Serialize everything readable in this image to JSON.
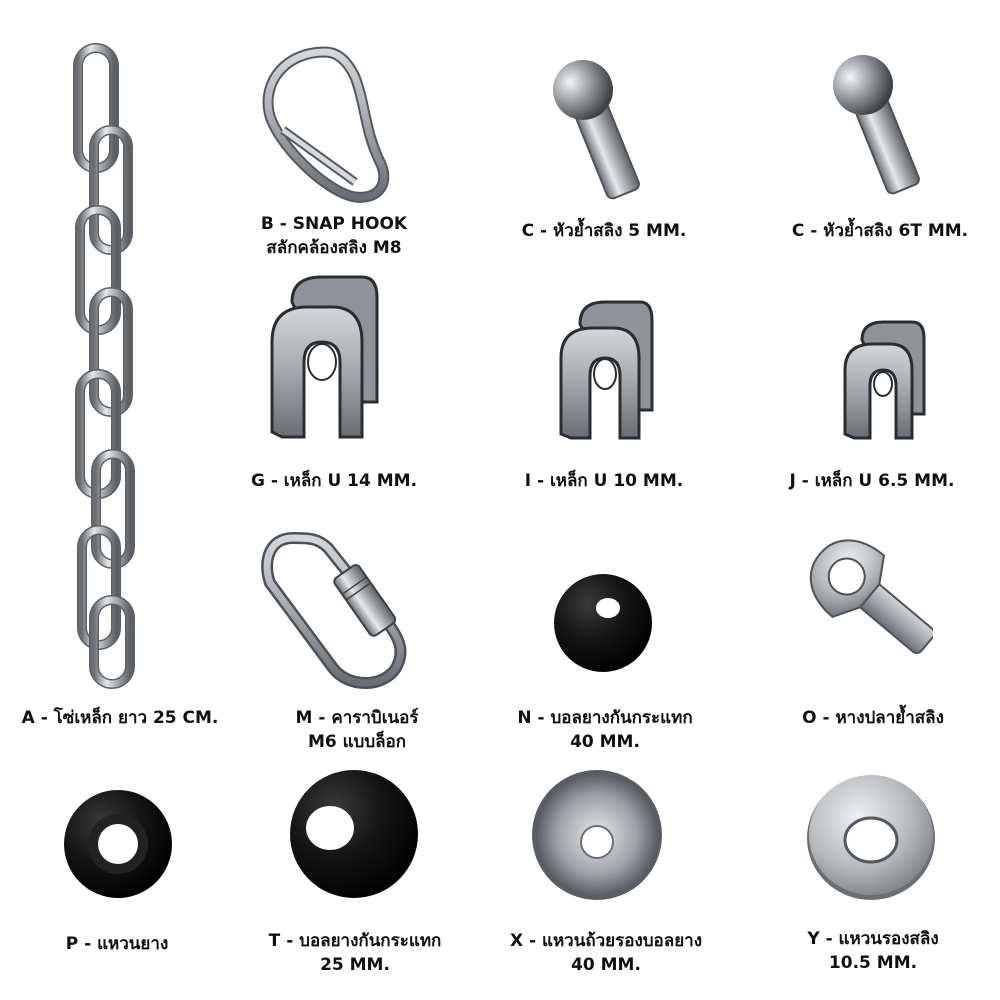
{
  "items": {
    "a": {
      "label": "A - โซ่เหล็ก ยาว 25 CM."
    },
    "b": {
      "line1": "B - SNAP HOOK",
      "line2": "สลักคล้องสลิง M8"
    },
    "c1": {
      "label": "C - หัวย้ำสลิง 5 MM."
    },
    "c2": {
      "label": "C - หัวย้ำสลิง 6T MM."
    },
    "g": {
      "label": "G - เหล็ก U 14 MM."
    },
    "i": {
      "label": "I - เหล็ก U 10 MM."
    },
    "j": {
      "label": "J - เหล็ก U 6.5 MM."
    },
    "m": {
      "line1": "M - คาราบิเนอร์",
      "line2": "M6 แบบล็อก"
    },
    "n": {
      "line1": "N - บอลยางกันกระแทก",
      "line2": "40 MM."
    },
    "o": {
      "label": "O - หางปลาย้ำสลิง"
    },
    "p": {
      "label": "P - แหวนยาง"
    },
    "t": {
      "line1": "T - บอลยางกันกระแทก",
      "line2": "25 MM."
    },
    "x": {
      "line1": "X - แหวนถ้วยรองบอลยาง",
      "line2": "40 MM."
    },
    "y": {
      "line1": "Y - แหวนรองสลิง",
      "line2": "10.5 MM."
    }
  },
  "colors": {
    "metal": "#b9bcbf",
    "metal_dark": "#6f7377",
    "rubber": "#0d0d0d",
    "text": "#111111"
  }
}
